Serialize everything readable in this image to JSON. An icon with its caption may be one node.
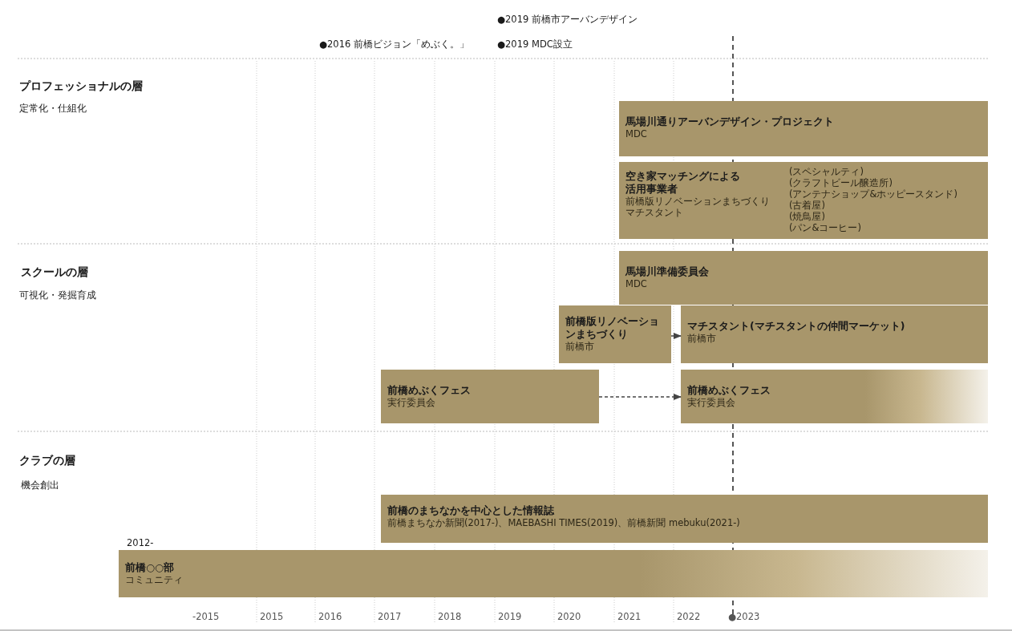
{
  "diagram": {
    "nodes": [
      {
        "text": [
          "馬場川通りアーバンデザイン・プロジェクト",
          "MDC"
        ]
      },
      {
        "text": [
          "空き家マッチングによる活用事業者",
          "前橋版リノベーションまちづくり",
          "マチスタント",
          "(スペシャルティ)",
          "(クラフトビール醸造所)",
          "(アンテナショップ&ホッピースタンド)",
          "(古着屋)",
          "(焼鳥屋)",
          "(パン&コーヒー)"
        ]
      },
      {
        "text": [
          "馬場川準備委員会",
          "MDC"
        ]
      },
      {
        "text": [
          "前橋版リノベーションまちづくり",
          "前橋市"
        ]
      },
      {
        "text": [
          "マチスタント(マチスタントの仲間マーケット)",
          "前橋市"
        ]
      },
      {
        "text": [
          "前橋めぶくフェス",
          "実行委員会"
        ]
      },
      {
        "text": [
          "前橋めぶくフェス",
          "実行委員会"
        ]
      },
      {
        "text": [
          "前橋のまちなかを中心とした情報誌",
          "前橋まちなか新聞(2017-)、MAEBASHI TIMES(2019)、前橋新聞 mebuku(2021-)"
        ]
      },
      {
        "text": [
          "前橋○○部",
          "コミュニティ"
        ],
        "beside": [
          "2012-"
        ]
      }
    ],
    "edges": [
      {
        "from": 3,
        "to": 4,
        "arrow": "to"
      },
      {
        "from": 5,
        "to": 6,
        "arrow": "to",
        "style": "dashed"
      }
    ],
    "labels": [
      "●2019 前橋市アーバンデザイン",
      "●2016 前橋ビジョン「めぶく。」",
      "●2019 MDC設立",
      "プロフェッショナルの層",
      "定常化・仕組化",
      "スクールの層",
      "可視化・発掘育成",
      "クラブの層",
      "機会創出",
      "-2015",
      "2015",
      "2016",
      "2017",
      "2018",
      "2019",
      "2020",
      "2021",
      "2022",
      "●2023"
    ]
  }
}
